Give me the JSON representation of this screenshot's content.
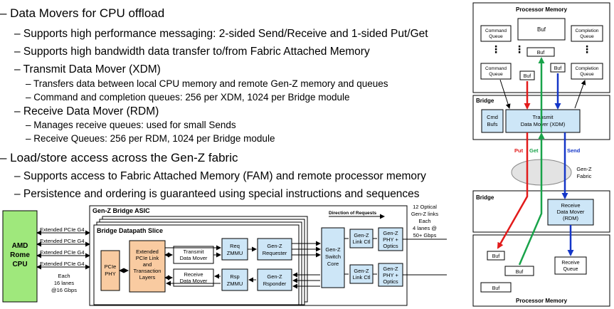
{
  "bullets": [
    {
      "level": 1,
      "text": "– Data Movers for CPU offload"
    },
    {
      "level": 2,
      "text": "– Supports high performance messaging: 2-sided Send/Receive and 1-sided Put/Get"
    },
    {
      "level": 2,
      "text": "– Supports high bandwidth data transfer to/from Fabric Attached Memory"
    },
    {
      "level": 2,
      "text": "– Transmit Data Mover (XDM)"
    },
    {
      "level": 3,
      "text": "– Transfers data between local CPU memory and remote Gen-Z memory and queues"
    },
    {
      "level": 3,
      "text": "– Command and completion queues: 256 per XDM, 1024 per Bridge module"
    },
    {
      "level": 2,
      "text": "– Receive Data Mover (RDM)"
    },
    {
      "level": 3,
      "text": "– Manages receive queues: used for small Sends"
    },
    {
      "level": 3,
      "text": "– Receive Queues: 256 per RDM, 1024 per Bridge module"
    },
    {
      "level": 1,
      "text": "– Load/store access across the Gen-Z fabric"
    },
    {
      "level": 2,
      "text": "– Supports access to Fabric Attached Memory (FAM) and remote processor memory"
    },
    {
      "level": 2,
      "text": "– Persistence and ordering is guaranteed using special instructions and sequences"
    }
  ],
  "asic": {
    "amd_cpu": [
      "AMD",
      "Rome",
      "CPU"
    ],
    "pcie_link": "Extended PCIe G4",
    "lane_note": [
      "Each",
      "16 lanes",
      "@16 Gbps"
    ],
    "asic_title": "Gen-Z Bridge ASIC",
    "slice_title": "Bridge Datapath Slice",
    "direction": "Direction of Requests",
    "optical_note": [
      "12 Optical",
      "Gen-Z links",
      "Each",
      "4 lanes @",
      "50+ Gbps"
    ],
    "pcie_phy": [
      "PCIe",
      "PHY"
    ],
    "ext_pcie": [
      "Extended",
      "PCIe Link",
      "and",
      "Transaction",
      "Layers"
    ],
    "transmit_dm": [
      "Transmit",
      "Data Mover"
    ],
    "receive_dm": [
      "Receive",
      "Data Mover"
    ],
    "req_zmmu": [
      "Req",
      "ZMMU"
    ],
    "rsp_zmmu": [
      "Rsp",
      "ZMMU"
    ],
    "requester": [
      "Gen-Z",
      "Requester"
    ],
    "responder": [
      "Gen-Z",
      "Rsponder"
    ],
    "switch_core": [
      "Gen-Z",
      "Switch",
      "Core"
    ],
    "link_ctl": [
      "Gen-Z",
      "Link Ctl"
    ],
    "phy_optics": [
      "Gen-Z",
      "PHY +",
      "Optics"
    ]
  },
  "flow": {
    "top_panel": "Processor Memory",
    "bottom_panel": "Processor Memory",
    "bridge_top": "Bridge",
    "bridge_bottom": "Bridge",
    "command_queue": [
      "Command",
      "Queue"
    ],
    "completion_queue": [
      "Completion",
      "Queue"
    ],
    "buf": "Buf",
    "dots": "⋮",
    "cmd_bufs": [
      "Cmd",
      "Bufs"
    ],
    "xdm": [
      "Transmit",
      "Data Mover (XDM)"
    ],
    "rdm": [
      "Receive",
      "Data Mover",
      "(RDM)"
    ],
    "fabric": [
      "Gen-Z",
      "Fabric"
    ],
    "put": "Put",
    "get": "Get",
    "send": "Send",
    "receive_queue": [
      "Receive",
      "Queue"
    ]
  },
  "colors": {
    "put": "#e21b1b",
    "get": "#19a34a",
    "send": "#1436c8",
    "highlight": "#cde6f7",
    "amd": "#9fe87c",
    "ext_pcie": "#f9cba1"
  }
}
